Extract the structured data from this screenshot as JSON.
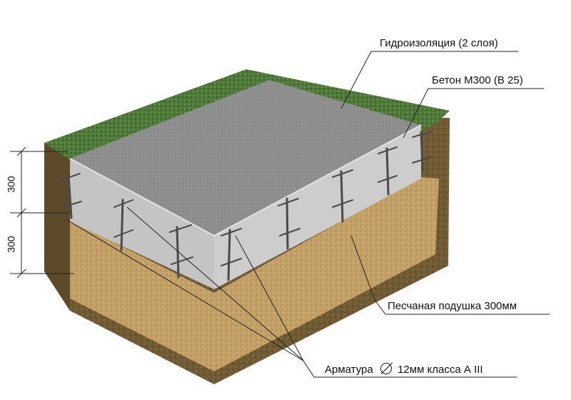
{
  "labels": {
    "waterproofing": "Гидроизоляция (2 слоя)",
    "concrete": "Бетон М300 (В 25)",
    "sand_cushion": "Песчаная подушка 300мм",
    "rebar_prefix": "Арматура",
    "rebar_spec": "12мм класса А III"
  },
  "dimensions": {
    "upper": "300",
    "lower": "300"
  },
  "colors": {
    "grass": "#4f7a3a",
    "soil": "#6f5a34",
    "sand": "#c8a66a",
    "concrete_top": "#8e8e8e",
    "concrete_side": "#c9c9c9",
    "rebar": "#4a4a4a"
  }
}
